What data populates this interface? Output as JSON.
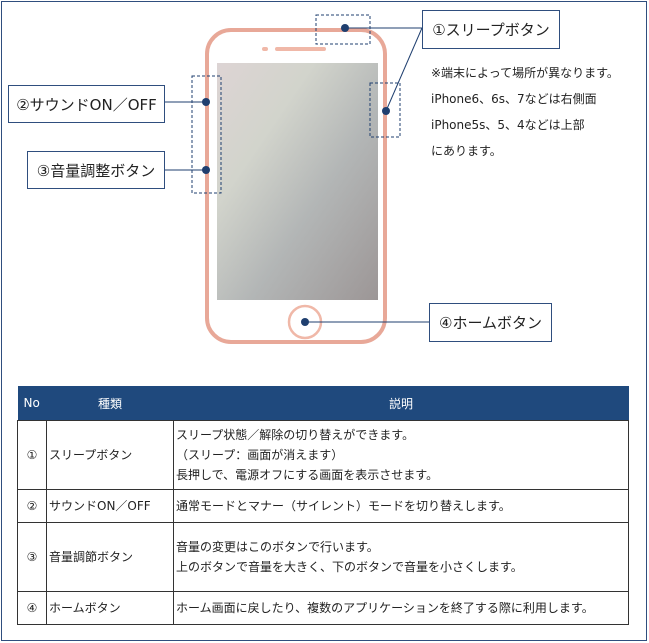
{
  "labels": {
    "sleep": "①スリープボタン",
    "sound": "②サウンドON／OFF",
    "volume": "③音量調整ボタン",
    "home": "④ホームボタン"
  },
  "notes": [
    "※端末によって場所が異なります。",
    "iPhone6、6s、7などは右側面",
    "iPhone5s、5、4などは上部",
    "にあります。"
  ],
  "table": {
    "headers": [
      "No",
      "種類",
      "説明"
    ],
    "rows": [
      {
        "no": "①",
        "kind": "スリープボタン",
        "desc": [
          "スリープ状態／解除の切り替えができます。",
          "（スリープ：画面が消えます）",
          "長押しで、電源オフにする画面を表示させます。"
        ]
      },
      {
        "no": "②",
        "kind": "サウンドON／OFF",
        "desc": [
          "通常モードとマナー（サイレント）モードを切り替えします。"
        ]
      },
      {
        "no": "③",
        "kind": "音量調節ボタン",
        "desc": [
          "音量の変更はこのボタンで行います。",
          "上のボタンで音量を大きく、下のボタンで音量を小さくします。"
        ]
      },
      {
        "no": "④",
        "kind": "ホームボタン",
        "desc": [
          "ホーム画面に戻したり、複数のアプリケーションを終了する際に利用します。"
        ]
      }
    ]
  },
  "colors": {
    "accent": "#1f497d",
    "phone": "#e8a898"
  }
}
